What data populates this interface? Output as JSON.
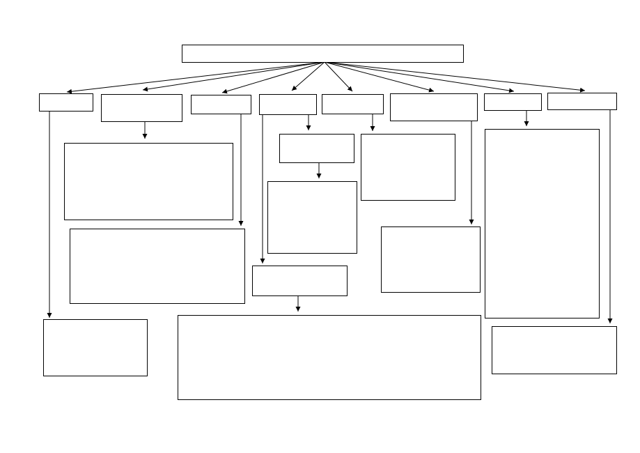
{
  "diagram": {
    "type": "flowchart",
    "nodes": [
      {
        "id": "root",
        "label": ""
      },
      {
        "id": "level1-1",
        "label": ""
      },
      {
        "id": "level1-2",
        "label": ""
      },
      {
        "id": "level1-3",
        "label": ""
      },
      {
        "id": "level1-4",
        "label": ""
      },
      {
        "id": "level1-5",
        "label": ""
      },
      {
        "id": "level1-6",
        "label": ""
      },
      {
        "id": "level1-7",
        "label": ""
      },
      {
        "id": "level1-8",
        "label": ""
      },
      {
        "id": "detail-a",
        "label": ""
      },
      {
        "id": "detail-b",
        "label": ""
      },
      {
        "id": "detail-c",
        "label": ""
      },
      {
        "id": "detail-d",
        "label": ""
      },
      {
        "id": "detail-e",
        "label": ""
      },
      {
        "id": "detail-f",
        "label": ""
      },
      {
        "id": "detail-g",
        "label": ""
      },
      {
        "id": "detail-h",
        "label": ""
      },
      {
        "id": "detail-i",
        "label": ""
      },
      {
        "id": "detail-j",
        "label": ""
      },
      {
        "id": "detail-k",
        "label": ""
      },
      {
        "id": "detail-l",
        "label": ""
      }
    ],
    "edges": [
      {
        "from": "root",
        "to": "level1-1"
      },
      {
        "from": "root",
        "to": "level1-2"
      },
      {
        "from": "root",
        "to": "level1-3"
      },
      {
        "from": "root",
        "to": "level1-4"
      },
      {
        "from": "root",
        "to": "level1-5"
      },
      {
        "from": "root",
        "to": "level1-6"
      },
      {
        "from": "root",
        "to": "level1-7"
      },
      {
        "from": "root",
        "to": "level1-8"
      },
      {
        "from": "level1-1",
        "to": "detail-a"
      },
      {
        "from": "level1-2",
        "to": "detail-b"
      },
      {
        "from": "level1-3",
        "to": "detail-c"
      },
      {
        "from": "level1-4",
        "to": "detail-d"
      },
      {
        "from": "detail-d",
        "to": "detail-e"
      },
      {
        "from": "level1-4",
        "to": "detail-f"
      },
      {
        "from": "detail-f",
        "to": "detail-g"
      },
      {
        "from": "level1-5",
        "to": "detail-h"
      },
      {
        "from": "level1-6",
        "to": "detail-i"
      },
      {
        "from": "level1-7",
        "to": "detail-j"
      },
      {
        "from": "level1-8",
        "to": "detail-k"
      }
    ]
  }
}
